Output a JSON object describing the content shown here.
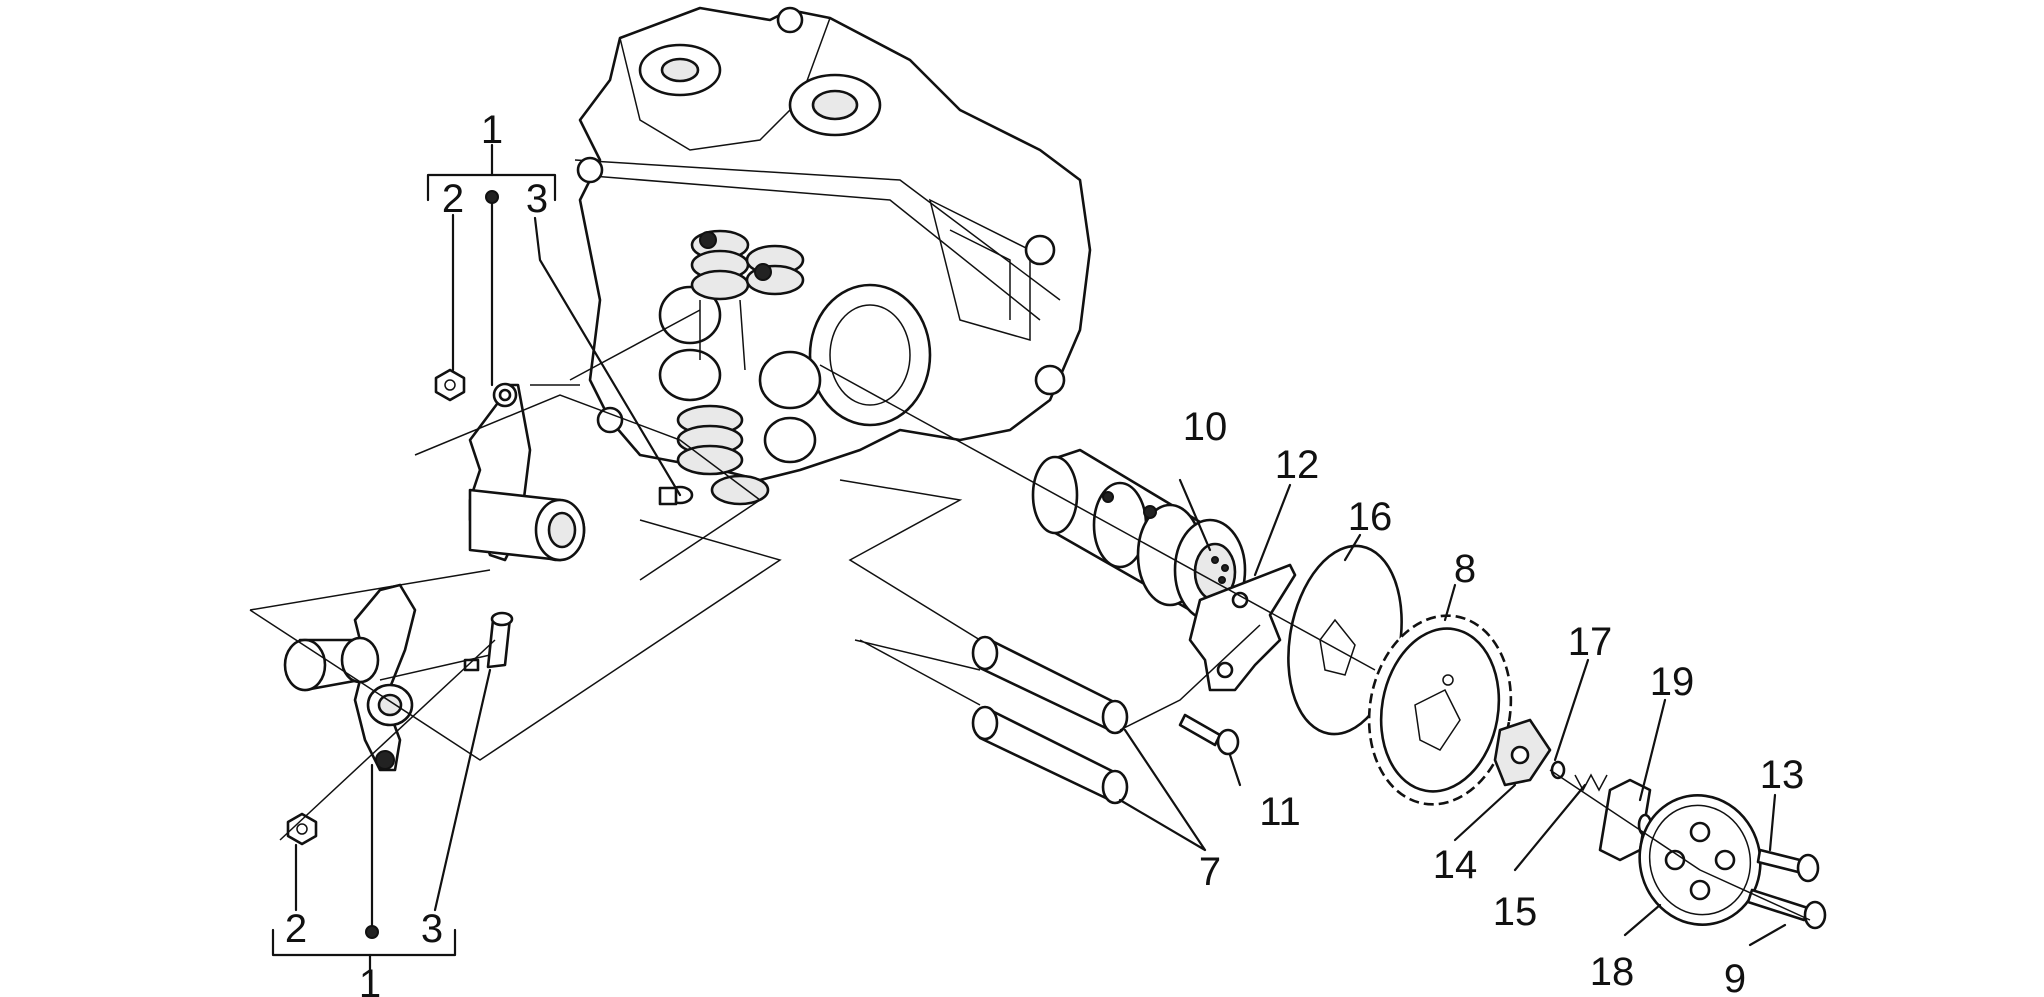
{
  "labels": {
    "p1a": "1",
    "p2a": "2",
    "p3a": "3",
    "p1b": "1",
    "p2b": "2",
    "p3b": "3",
    "p7": "7",
    "p8": "8",
    "p9": "9",
    "p10": "10",
    "p11": "11",
    "p12": "12",
    "p13": "13",
    "p14": "14",
    "p15": "15",
    "p16": "16",
    "p17": "17",
    "p18": "18",
    "p19": "19"
  },
  "colors": {
    "line": "#111111",
    "background": "#ffffff"
  }
}
